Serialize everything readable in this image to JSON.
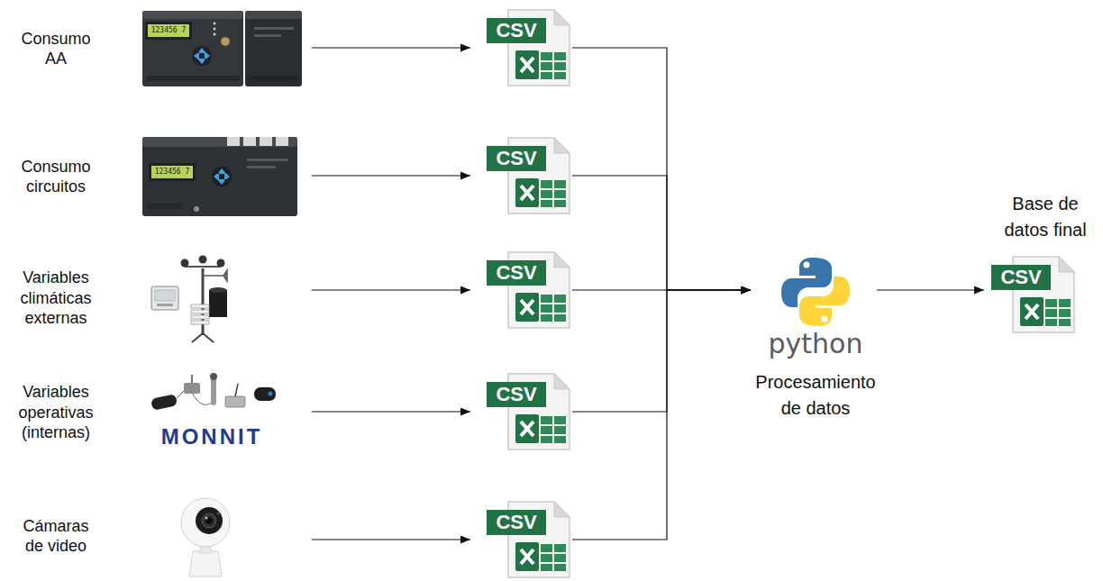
{
  "diagram": {
    "nodes": [
      {
        "text": [
          "Consumo AA",
          "123456 7"
        ]
      },
      {
        "text": [
          "Consumo circuitos",
          "123456 7"
        ]
      },
      {
        "text": [
          "Variables climáticas externas"
        ]
      },
      {
        "text": [
          "Variables operativas (internas)",
          "MONNIT"
        ]
      },
      {
        "text": [
          "Cámaras de video"
        ]
      },
      {
        "text": [
          "CSV"
        ]
      },
      {
        "text": [
          "CSV"
        ]
      },
      {
        "text": [
          "CSV"
        ]
      },
      {
        "text": [
          "CSV"
        ]
      },
      {
        "text": [
          "CSV"
        ]
      },
      {
        "text": [
          "python",
          "Procesamiento de datos"
        ]
      },
      {
        "text": [
          "Base de datos final",
          "CSV"
        ]
      }
    ],
    "edges": [
      {
        "from": 0,
        "to": 5,
        "arrow": "to"
      },
      {
        "from": 1,
        "to": 6,
        "arrow": "to"
      },
      {
        "from": 2,
        "to": 7,
        "arrow": "to"
      },
      {
        "from": 3,
        "to": 8,
        "arrow": "to"
      },
      {
        "from": 4,
        "to": 9,
        "arrow": "to"
      },
      {
        "from": 5,
        "to": 10,
        "arrow": "to"
      },
      {
        "from": 6,
        "to": 10,
        "arrow": "to"
      },
      {
        "from": 7,
        "to": 10,
        "arrow": "to"
      },
      {
        "from": 8,
        "to": 10,
        "arrow": "to"
      },
      {
        "from": 9,
        "to": 10,
        "arrow": "to"
      },
      {
        "from": 10,
        "to": 11,
        "arrow": "to"
      }
    ]
  }
}
